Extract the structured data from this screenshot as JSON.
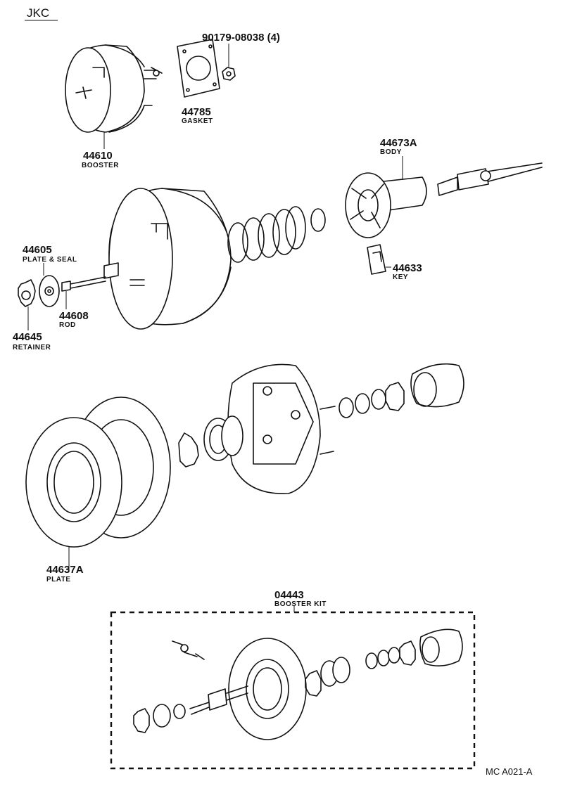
{
  "header": {
    "code": "JKC"
  },
  "footer": {
    "ref": "MC A021-A"
  },
  "parts": {
    "nut": {
      "num": "90179-08038 (4)"
    },
    "gasket": {
      "num": "44785",
      "name": "GASKET"
    },
    "booster": {
      "num": "44610",
      "name": "BOOSTER"
    },
    "body": {
      "num": "44673A",
      "name": "BODY"
    },
    "plateseal": {
      "num": "44605",
      "name": "PLATE & SEAL"
    },
    "key": {
      "num": "44633",
      "name": "KEY"
    },
    "rod": {
      "num": "44608",
      "name": "ROD"
    },
    "retainer": {
      "num": "44645",
      "name": "RETAINER"
    },
    "plate": {
      "num": "44637A",
      "name": "PLATE"
    },
    "kit": {
      "num": "04443",
      "name": "BOOSTER KIT"
    }
  }
}
